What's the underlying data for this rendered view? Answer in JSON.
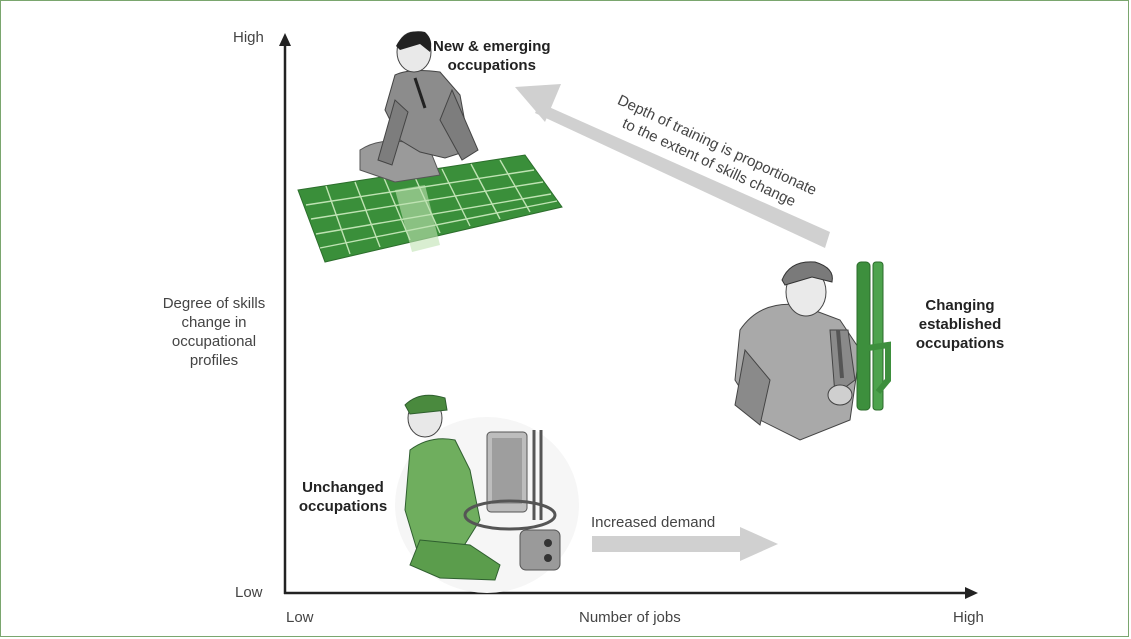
{
  "axes": {
    "y_high": "High",
    "y_low": "Low",
    "y_title_lines": [
      "Degree of skills",
      "change in",
      "occupational",
      "profiles"
    ],
    "x_low": "Low",
    "x_title": "Number of jobs",
    "x_high": "High"
  },
  "groups": {
    "new": [
      "New & emerging",
      "occupations"
    ],
    "changing": [
      "Changing",
      "established",
      "occupations"
    ],
    "unchanged": [
      "Unchanged",
      "occupations"
    ]
  },
  "arrows": {
    "training": [
      "Depth of training is proportionate",
      "to the extent of skills change"
    ],
    "demand": "Increased demand"
  },
  "colors": {
    "frame": "#7aa66e",
    "accent_green": "#3d8f3d",
    "arrow_grey": "#cfcfcf",
    "axis": "#222222"
  }
}
